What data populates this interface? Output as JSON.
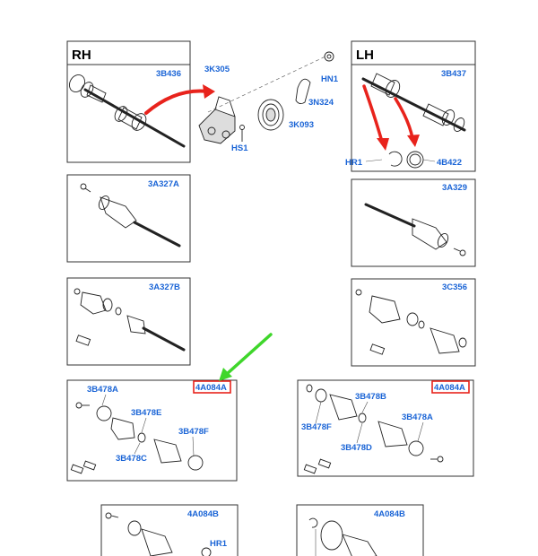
{
  "colors": {
    "label": "#1a64d6",
    "header": "#000000",
    "arrow_red": "#e8231c",
    "arrow_green": "#3fd62b",
    "highlight": "#e8231c",
    "line": "#222222"
  },
  "headers": {
    "rh": "RH",
    "lh": "LH"
  },
  "labels": {
    "p3b436": "3B436",
    "p3k305": "3K305",
    "phn1": "HN1",
    "p3n324": "3N324",
    "p3k093": "3K093",
    "phs1": "HS1",
    "p3b437": "3B437",
    "phr1": "HR1",
    "p4b422": "4B422",
    "p3a327a": "3A327A",
    "p3a329": "3A329",
    "p3a327b": "3A327B",
    "p3c356": "3C356",
    "rh_4a084a": "4A084A",
    "rh_3b478a": "3B478A",
    "rh_3b478e": "3B478E",
    "rh_3b478f": "3B478F",
    "rh_3b478c": "3B478C",
    "lh_4a084a": "4A084A",
    "lh_3b478b": "3B478B",
    "lh_3b478f": "3B478F",
    "lh_3b478a": "3B478A",
    "lh_3b478d": "3B478D",
    "rh_4a084b": "4A084B",
    "rh_hr1": "HR1",
    "lh_4a084b": "4A084B"
  }
}
